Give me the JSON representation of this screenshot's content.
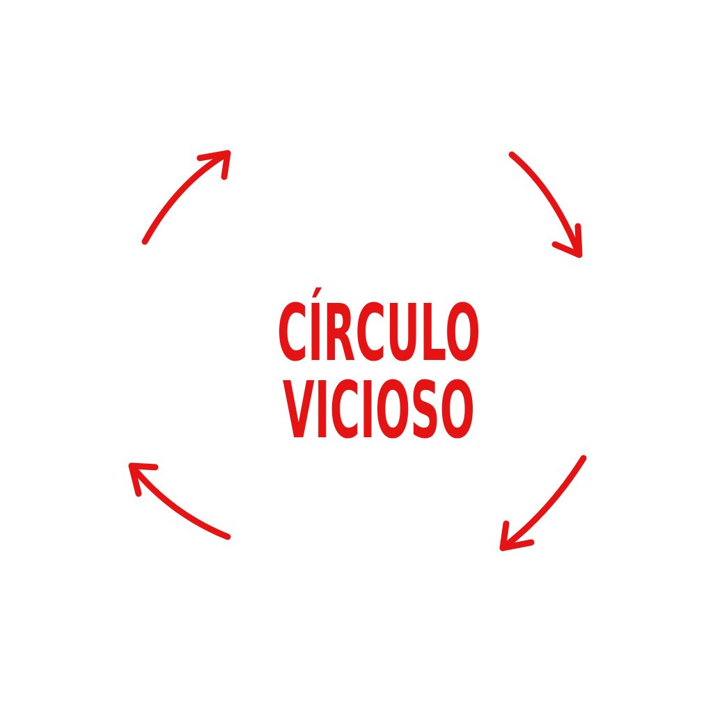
{
  "diagram": {
    "title_lines": [
      "CÍRCULO",
      "VICIOSO"
    ],
    "accent_color": "#e41414",
    "background_color": "#ffffff",
    "arrows": [
      {
        "icon": "curved-arrow-up-right-icon",
        "direction": "clockwise"
      },
      {
        "icon": "curved-arrow-down-right-icon",
        "direction": "clockwise"
      },
      {
        "icon": "curved-arrow-down-left-icon",
        "direction": "clockwise"
      },
      {
        "icon": "curved-arrow-up-left-icon",
        "direction": "clockwise"
      }
    ]
  }
}
